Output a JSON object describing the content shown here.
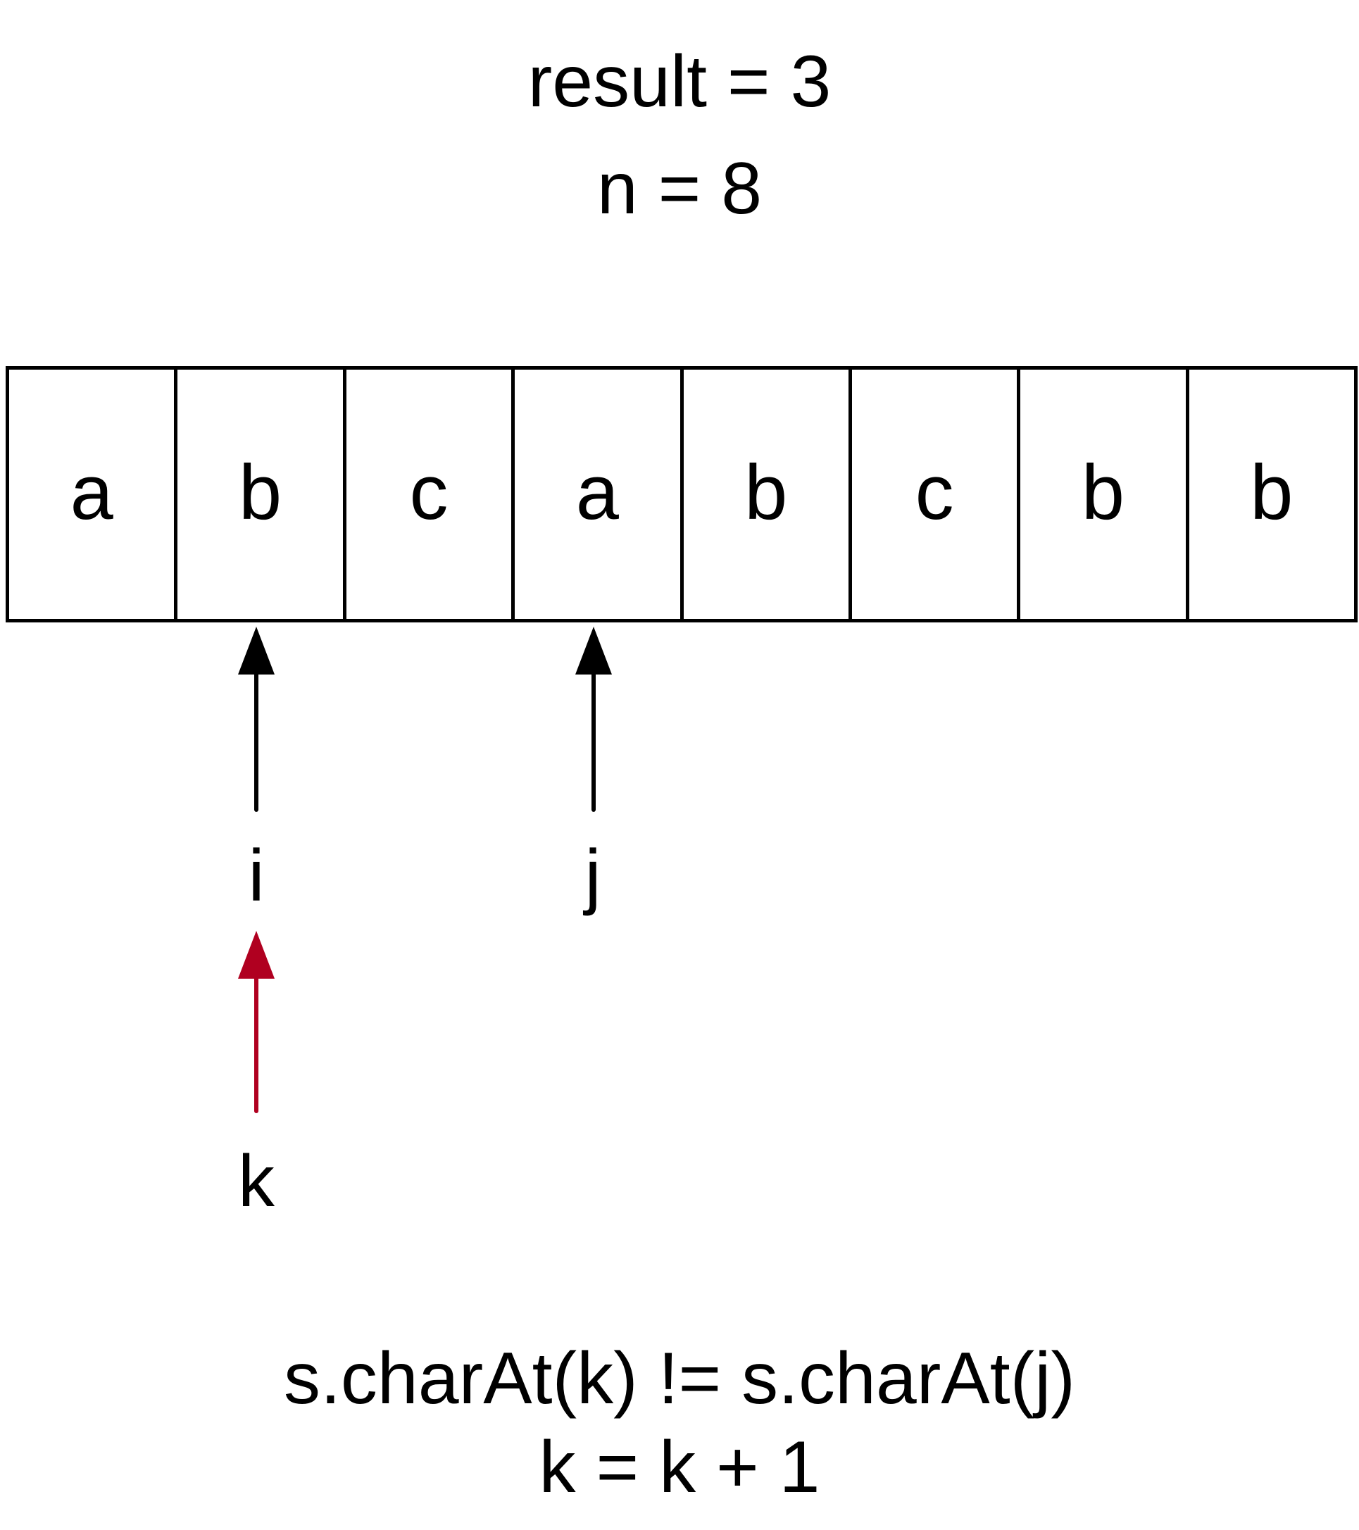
{
  "header": {
    "result_text": "result = 3",
    "n_text": "n = 8"
  },
  "array": {
    "cells": [
      "a",
      "b",
      "c",
      "a",
      "b",
      "c",
      "b",
      "b"
    ]
  },
  "pointers": [
    {
      "label": "i",
      "index": 1,
      "color": "#000000"
    },
    {
      "label": "j",
      "index": 3,
      "color": "#000000"
    },
    {
      "label": "k",
      "index": 1,
      "color": "#b00020"
    }
  ],
  "code": {
    "compare": "s.charAt(k) != s.charAt(j)",
    "increment": "k = k + 1"
  }
}
